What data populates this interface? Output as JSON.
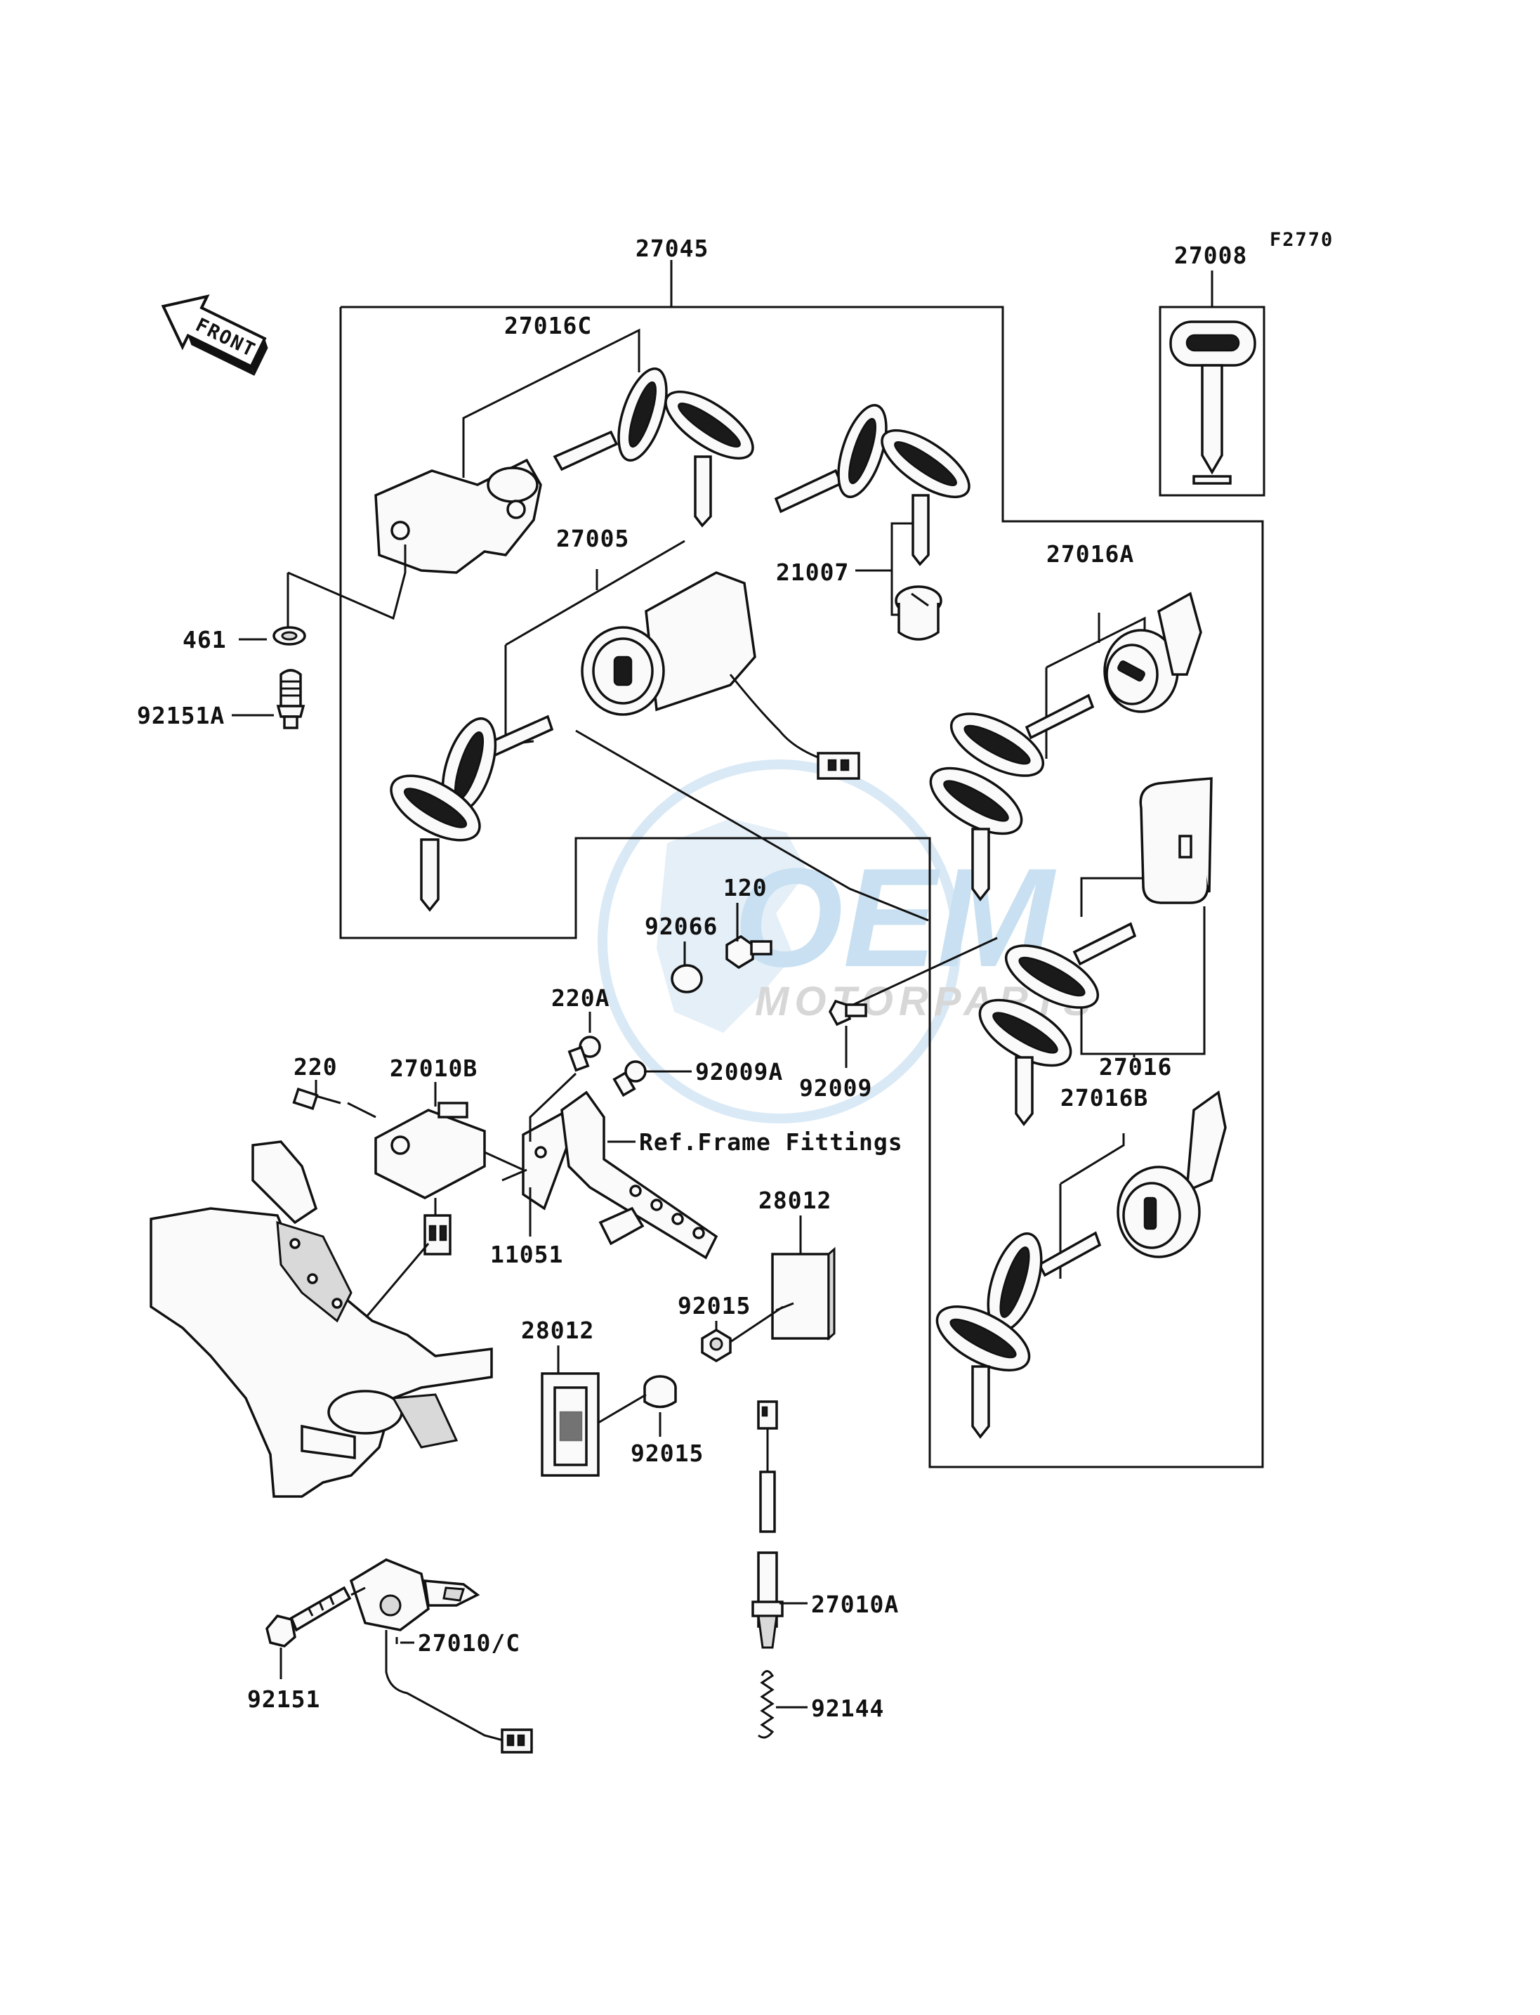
{
  "figure_code": "F2770",
  "front_arrow": "FRONT",
  "watermark": {
    "main": "OEM",
    "sub": "MOTORPARTS",
    "color": "#5aa6d6"
  },
  "labels": {
    "p27045": "27045",
    "p27008": "27008",
    "p27016C": "27016C",
    "p27005": "27005",
    "p21007": "21007",
    "p27016A": "27016A",
    "p461": "461",
    "p92151A": "92151A",
    "p120": "120",
    "p92066": "92066",
    "p220A": "220A",
    "p220": "220",
    "p27010B": "27010B",
    "p92009A": "92009A",
    "p92009": "92009",
    "p27016": "27016",
    "p27016B": "27016B",
    "ref_frame": "Ref.Frame Fittings",
    "p11051": "11051",
    "p28012a": "28012",
    "p28012b": "28012",
    "p92015a": "92015",
    "p92015b": "92015",
    "p27010A": "27010A",
    "p27010C": "27010/C",
    "p92151": "92151",
    "p92144": "92144"
  }
}
